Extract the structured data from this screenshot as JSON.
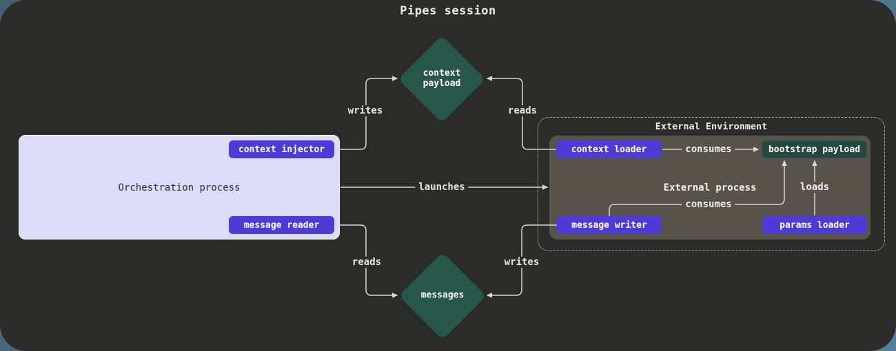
{
  "title": "Pipes session",
  "orchestration": {
    "label": "Orchestration process",
    "context_injector": "context injector",
    "message_reader": "message reader"
  },
  "external_environment": {
    "label": "External Environment",
    "process_label": "External process",
    "context_loader": "context loader",
    "message_writer": "message writer",
    "params_loader": "params loader",
    "bootstrap_payload": "bootstrap payload"
  },
  "data_nodes": {
    "context_payload": "context\npayload",
    "messages": "messages"
  },
  "edge_labels": {
    "writes_top": "writes",
    "reads_top": "reads",
    "launches": "launches",
    "reads_bottom": "reads",
    "writes_bottom": "writes",
    "consumes_top": "consumes",
    "consumes_bottom": "consumes",
    "loads": "loads"
  },
  "colors": {
    "outer_background_start": "#43606d",
    "outer_background_end": "#527e99",
    "panel_background": "#2b2b29",
    "node_button": "#4e3bd7",
    "orchestration_box": "#dcdcf8",
    "external_process_box": "#57534a",
    "data_diamond": "#275749",
    "bootstrap_box": "#23493f",
    "line": "#d8d8d6"
  }
}
